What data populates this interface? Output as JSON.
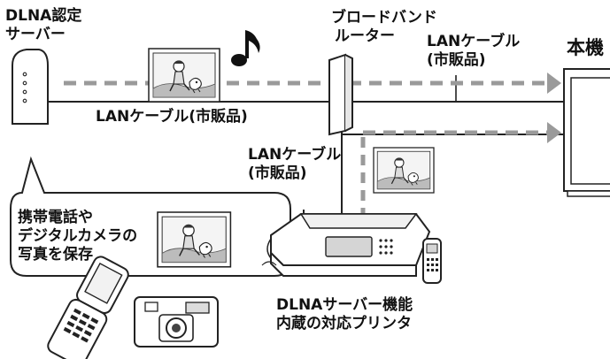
{
  "labels": {
    "dlna_server": [
      "DLNA認定",
      "サーバー"
    ],
    "router": [
      "ブロードバンド",
      "ルーター"
    ],
    "lan_cable_top_right": [
      "LANケーブル",
      "(市販品)"
    ],
    "tv": "本機",
    "lan_cable_middle": "LANケーブル(市販品)",
    "lan_cable_vertical": [
      "LANケーブル",
      "(市販品)"
    ],
    "bubble_text": [
      "携帯電話や",
      "デジタルカメラの",
      "写真を保存"
    ],
    "printer": [
      "DLNAサーバー機能",
      "内蔵の対応プリンタ"
    ]
  },
  "colors": {
    "line": "#222222",
    "dashed_flow": "#9a9a9a",
    "device_fill": "#ffffff",
    "photo_sky": "#f4f4f4",
    "photo_ground": "#bcbcbc"
  },
  "icons": {
    "music": "music-note-icon",
    "photo": "photo-icon"
  }
}
